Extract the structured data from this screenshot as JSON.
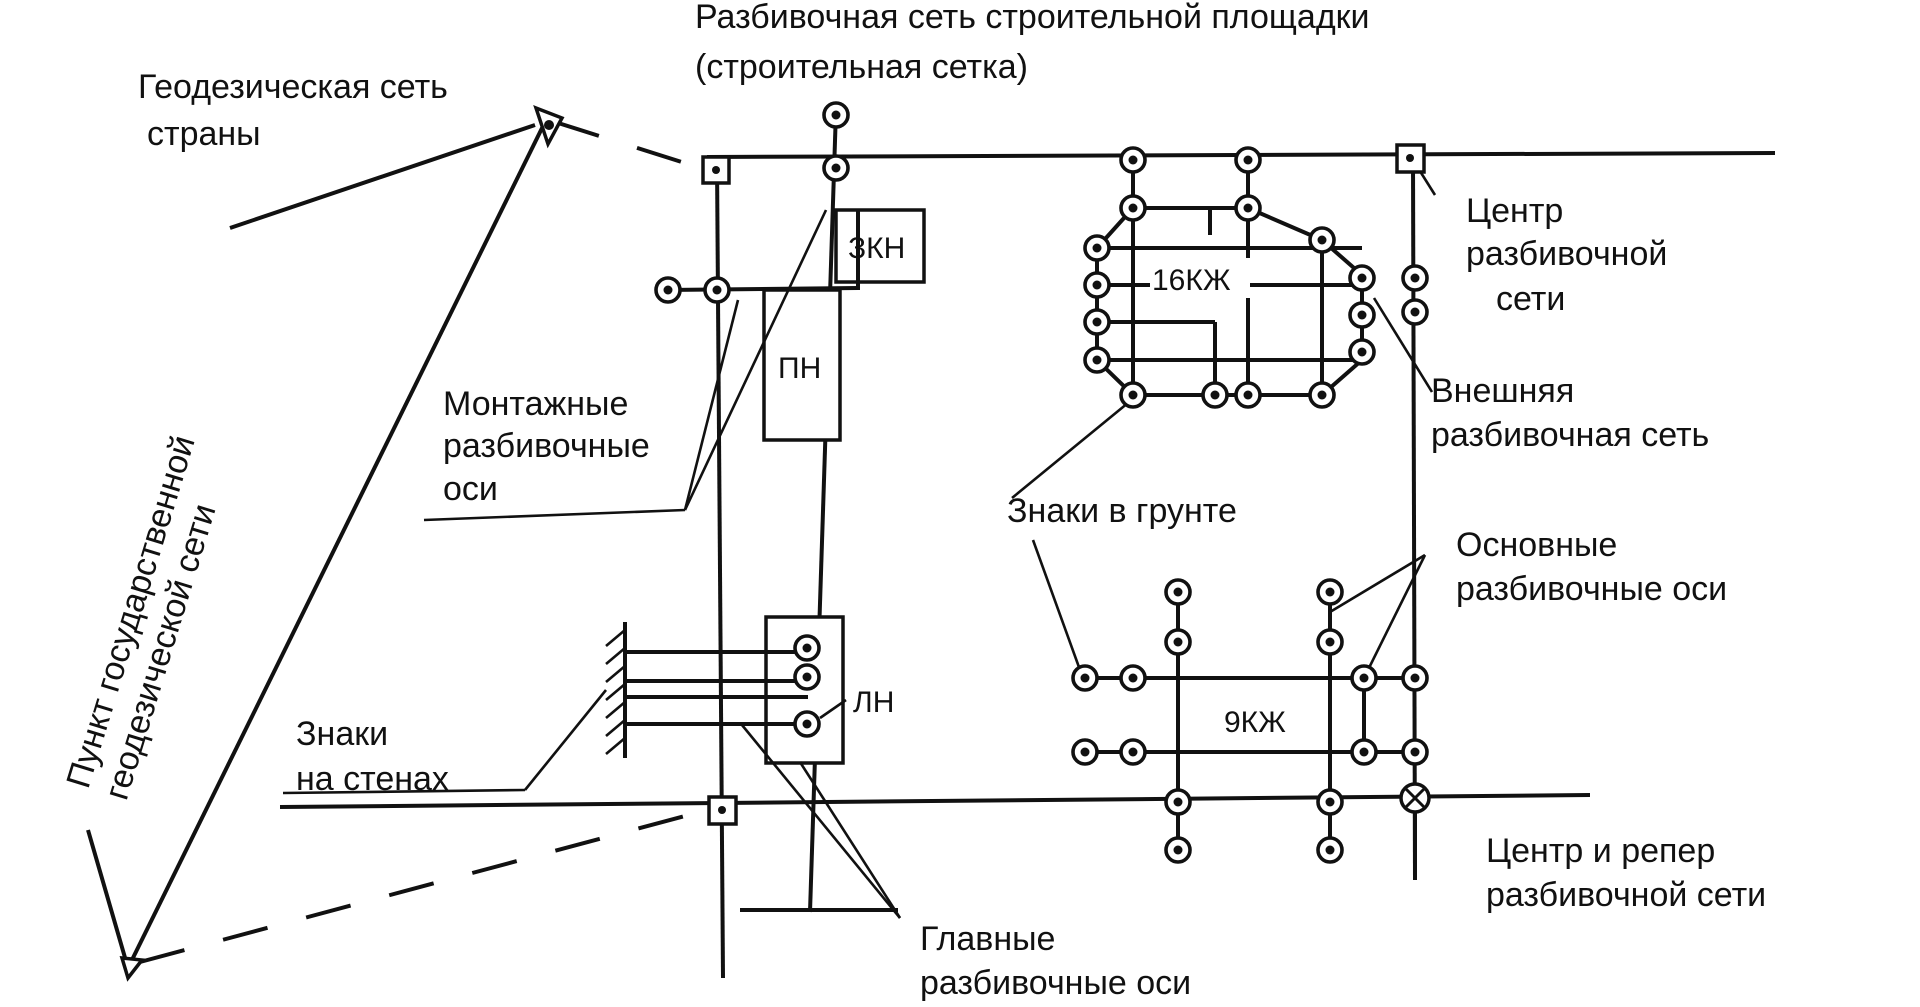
{
  "title": {
    "line1": "Разбивочная сеть строительной площадки",
    "line2": "(строительная сетка)"
  },
  "geodetic_network": {
    "line1": "Геодезическая сеть",
    "line2": "страны"
  },
  "state_point": {
    "line1": "Пункт государственной",
    "line2": "геодезической сети"
  },
  "center": {
    "line1": "Центр",
    "line2": "разбивочной",
    "line3": "сети"
  },
  "external_network": {
    "line1": "Внешняя",
    "line2": "разбивочная сеть"
  },
  "mounting_axes": {
    "line1": "Монтажные",
    "line2": "разбивочные",
    "line3": "оси"
  },
  "ground_marks": {
    "text": "Знаки в грунте"
  },
  "main_axes_basic": {
    "line1": "Основные",
    "line2": "разбивочные оси"
  },
  "wall_marks": {
    "line1": "Знаки",
    "line2": "на стенах"
  },
  "center_benchmark": {
    "line1": "Центр и репер",
    "line2": "разбивочной сети"
  },
  "principal_axes": {
    "line1": "Главные",
    "line2": "разбивочные оси"
  },
  "buildings": {
    "zkn": "ЗКН",
    "pn": "ПН",
    "ln": "ЛН",
    "b16": "16КЖ",
    "b9": "9КЖ"
  }
}
